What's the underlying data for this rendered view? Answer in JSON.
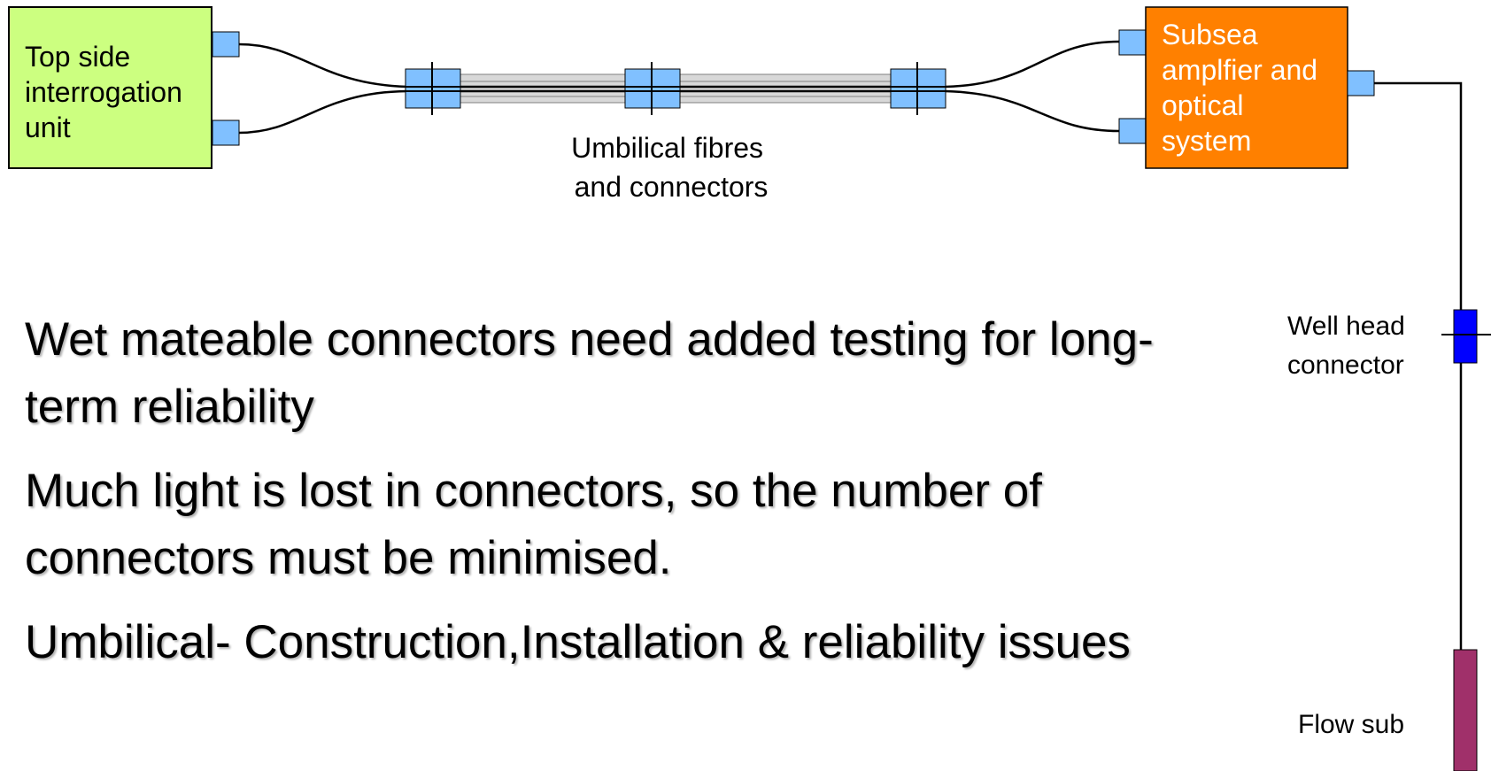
{
  "diagram": {
    "top_side_unit": [
      "Top side",
      "interrogation",
      "unit"
    ],
    "umbilical_label": [
      "Umbilical fibres",
      "and connectors"
    ],
    "subsea_unit": [
      "Subsea",
      "amplfier and",
      "optical",
      "system"
    ],
    "well_head_label": [
      "Well head",
      "connector"
    ],
    "flow_sub_label": "Flow sub"
  },
  "colors": {
    "top_side_fill": "#ccff80",
    "subsea_fill": "#ff8000",
    "subsea_text": "#ffffff",
    "connector_fill": "#80c0ff",
    "well_head_fill": "#0000ff",
    "flow_sub_fill": "#a0306a",
    "cable_fill": "#d8d8d8"
  },
  "bullets": [
    "Wet mateable connectors need added testing for long-term reliability",
    "Much light is lost in connectors, so the number of connectors must be minimised.",
    "Umbilical- Construction,Installation & reliability issues"
  ]
}
